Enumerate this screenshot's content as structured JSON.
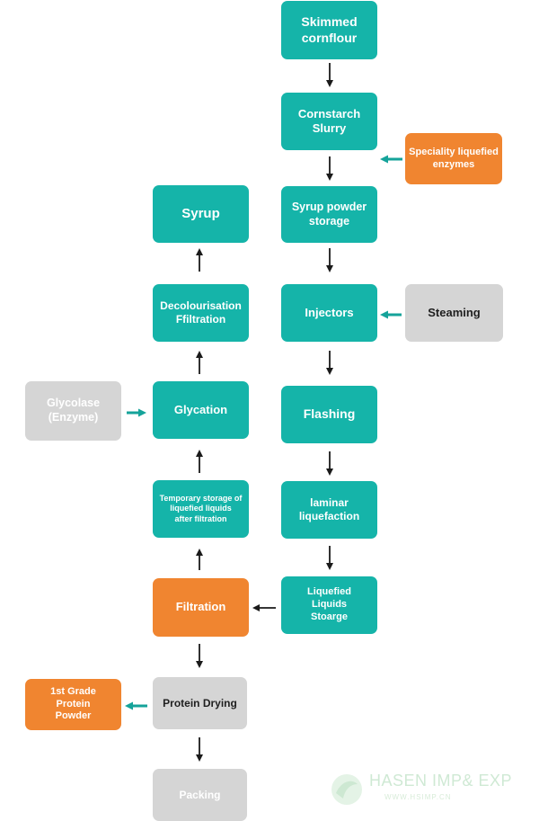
{
  "nodes": {
    "skimmed_cornflour": "Skimmed\ncornflour",
    "cornstarch_slurry": "Cornstarch\nSlurry",
    "speciality_enzymes": "Speciality liquefied\nenzymes",
    "syrup_powder_storage": "Syrup powder\nstorage",
    "injectors": "Injectors",
    "steaming": "Steaming",
    "flashing": "Flashing",
    "laminar_liquefaction": "laminar\nliquefaction",
    "liquefied_liquids_storage": "Liquefied\nLiquids\nStoarge",
    "filtration": "Filtration",
    "temporary_storage": "Temporary storage of\nliquefied liquids\nafter filtration",
    "glycation": "Glycation",
    "glycolase_enzyme": "Glycolase\n(Enzyme)",
    "decolourisation": "Decolourisation\nFfiltration",
    "syrup": "Syrup",
    "protein_drying": "Protein Drying",
    "first_grade_protein": "1st Grade\nProtein\nPowder",
    "packing": "Packing"
  },
  "colors": {
    "teal": "#15b4a9",
    "orange": "#f08530",
    "gray": "#d5d5d5",
    "arrow_black": "#1a1a1a",
    "arrow_teal": "#15a39a"
  },
  "watermark": {
    "text": "HASEN IMP& EXP",
    "sub": "WWW.HSIMP.CN"
  }
}
